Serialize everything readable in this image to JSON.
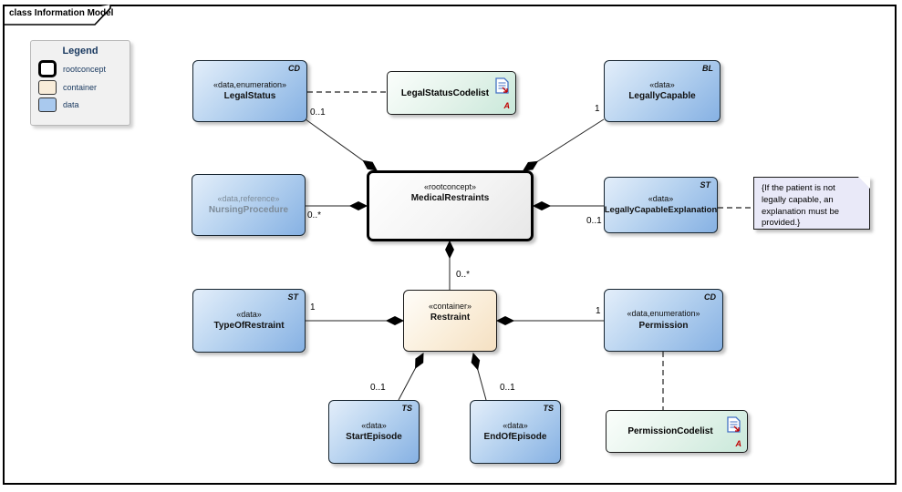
{
  "frame": {
    "title": "class Information Model"
  },
  "legend": {
    "title": "Legend",
    "items": [
      {
        "label": "rootconcept"
      },
      {
        "label": "container"
      },
      {
        "label": "data"
      }
    ]
  },
  "nodes": [
    {
      "stereotype": "«data,enumeration»",
      "name": "LegalStatus",
      "tag": "CD",
      "kind": "data"
    },
    {
      "name": "LegalStatusCodelist",
      "tag": "A",
      "kind": "codelist",
      "icon": "document-icon"
    },
    {
      "stereotype": "«data»",
      "name": "LegallyCapable",
      "tag": "BL",
      "kind": "data"
    },
    {
      "stereotype": "«data,reference»",
      "name": "NursingProcedure",
      "kind": "data-reference"
    },
    {
      "stereotype": "«rootconcept»",
      "name": "MedicalRestraints",
      "kind": "rootconcept"
    },
    {
      "stereotype": "«data»",
      "name": "LegallyCapableExplanation",
      "tag": "ST",
      "kind": "data"
    },
    {
      "stereotype": "«data»",
      "name": "TypeOfRestraint",
      "tag": "ST",
      "kind": "data"
    },
    {
      "stereotype": "«container»",
      "name": "Restraint",
      "kind": "container"
    },
    {
      "stereotype": "«data,enumeration»",
      "name": "Permission",
      "tag": "CD",
      "kind": "data"
    },
    {
      "stereotype": "«data»",
      "name": "StartEpisode",
      "tag": "TS",
      "kind": "data"
    },
    {
      "stereotype": "«data»",
      "name": "EndOfEpisode",
      "tag": "TS",
      "kind": "data"
    },
    {
      "name": "PermissionCodelist",
      "tag": "A",
      "kind": "codelist",
      "icon": "document-icon"
    }
  ],
  "note": {
    "text": "{If the patient is not legally capable, an explanation must be provided.}"
  },
  "multiplicities": [
    "0..1",
    "1",
    "0..*",
    "0..1",
    "0..*",
    "1",
    "1",
    "0..1",
    "0..1"
  ],
  "colors": {
    "data_fill": "#86b1e3",
    "container_fill": "#f5e0c2",
    "codelist_fill": "#c9e8da",
    "note_fill": "#e9e9f8",
    "legend_title": "#17375e",
    "artifact_letter": "#c00000"
  }
}
